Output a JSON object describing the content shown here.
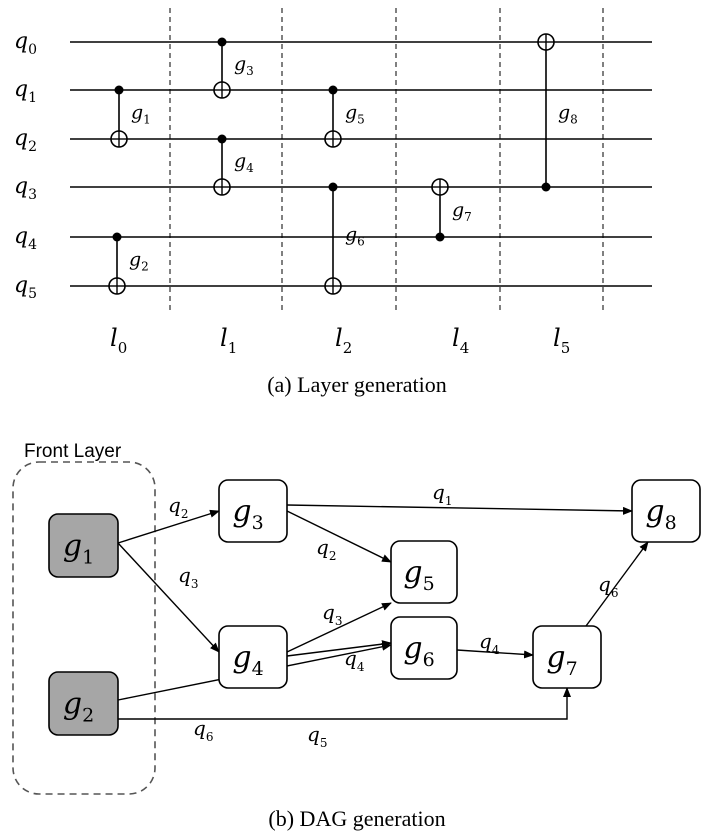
{
  "circuit": {
    "caption": "(a) Layer generation",
    "qubits": [
      {
        "base": "q",
        "sub": "0"
      },
      {
        "base": "q",
        "sub": "1"
      },
      {
        "base": "q",
        "sub": "2"
      },
      {
        "base": "q",
        "sub": "3"
      },
      {
        "base": "q",
        "sub": "4"
      },
      {
        "base": "q",
        "sub": "5"
      }
    ],
    "layers": [
      {
        "base": "l",
        "sub": "0"
      },
      {
        "base": "l",
        "sub": "1"
      },
      {
        "base": "l",
        "sub": "2"
      },
      {
        "base": "l",
        "sub": "4"
      },
      {
        "base": "l",
        "sub": "5"
      }
    ],
    "gates": [
      {
        "base": "g",
        "sub": "1",
        "control": 1,
        "target": 2
      },
      {
        "base": "g",
        "sub": "2",
        "control": 4,
        "target": 5
      },
      {
        "base": "g",
        "sub": "3",
        "control": 0,
        "target": 1
      },
      {
        "base": "g",
        "sub": "4",
        "control": 2,
        "target": 3
      },
      {
        "base": "g",
        "sub": "5",
        "control": 1,
        "target": 2
      },
      {
        "base": "g",
        "sub": "6",
        "control": 3,
        "target": 5
      },
      {
        "base": "g",
        "sub": "7",
        "control": 4,
        "target": 3
      },
      {
        "base": "g",
        "sub": "8",
        "control": 3,
        "target": 0
      }
    ]
  },
  "dag": {
    "caption": "(b) DAG generation",
    "front_layer_label": "Front Layer",
    "nodes": [
      {
        "id": "g1",
        "base": "g",
        "sub": "1",
        "front": true
      },
      {
        "id": "g2",
        "base": "g",
        "sub": "2",
        "front": true
      },
      {
        "id": "g3",
        "base": "g",
        "sub": "3",
        "front": false
      },
      {
        "id": "g4",
        "base": "g",
        "sub": "4",
        "front": false
      },
      {
        "id": "g5",
        "base": "g",
        "sub": "5",
        "front": false
      },
      {
        "id": "g6",
        "base": "g",
        "sub": "6",
        "front": false
      },
      {
        "id": "g7",
        "base": "g",
        "sub": "7",
        "front": false
      },
      {
        "id": "g8",
        "base": "g",
        "sub": "8",
        "front": false
      }
    ],
    "edges": [
      {
        "from": "g1",
        "to": "g3",
        "base": "q",
        "sub": "2"
      },
      {
        "from": "g1",
        "to": "g4",
        "base": "q",
        "sub": "3"
      },
      {
        "from": "g3",
        "to": "g8",
        "base": "q",
        "sub": "1"
      },
      {
        "from": "g3",
        "to": "g5",
        "base": "q",
        "sub": "2"
      },
      {
        "from": "g4",
        "to": "g5",
        "base": "q",
        "sub": "3"
      },
      {
        "from": "g4",
        "to": "g6",
        "base": "q",
        "sub": "4"
      },
      {
        "from": "g2",
        "to": "g6",
        "base": "q",
        "sub": "6"
      },
      {
        "from": "g2",
        "to": "g7",
        "base": "q",
        "sub": "5"
      },
      {
        "from": "g6",
        "to": "g7",
        "base": "q",
        "sub": "4"
      },
      {
        "from": "g7",
        "to": "g8",
        "base": "q",
        "sub": "6"
      }
    ],
    "colors": {
      "front_node_fill": "#a6a6a6",
      "node_fill": "#ffffff",
      "stroke": "#000000"
    }
  }
}
